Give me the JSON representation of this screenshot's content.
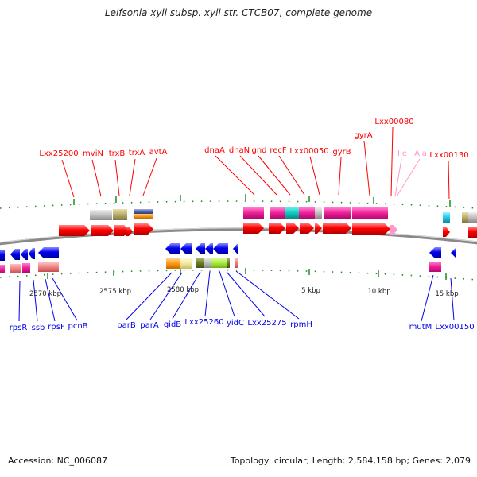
{
  "title": "Leifsonia xyli subsp. xyli str. CTCB07, complete genome",
  "accession": "Accession: NC_006087",
  "summary": "Topology: circular; Length: 2,584,158 bp; Genes: 2,079",
  "ticks": {
    "t2570": "2570 kbp",
    "t2575": "2575 kbp",
    "t2580": "2580 kbp",
    "t5": "5 kbp",
    "t10": "10 kbp",
    "t15": "15 kbp"
  },
  "genes_top": {
    "lxx25200": "Lxx25200",
    "mviN": "mviN",
    "trxB": "trxB",
    "trxA": "trxA",
    "avtA": "avtA",
    "dnaA": "dnaA",
    "dnaN": "dnaN",
    "gnd": "gnd",
    "recF": "recF",
    "lxx00050": "Lxx00050",
    "gyrB": "gyrB",
    "gyrA": "gyrA",
    "lxx00080": "Lxx00080",
    "ile": "Ile",
    "ala": "Ala",
    "lxx00130": "Lxx00130"
  },
  "genes_bottom": {
    "rpsR": "rpsR",
    "ssb": "ssb",
    "rpsF": "rpsF",
    "pcnB": "pcnB",
    "parB": "parB",
    "parA": "parA",
    "gidB": "gidB",
    "lxx25260": "Lxx25260",
    "yidC": "yidC",
    "lxx25275": "Lxx25275",
    "rpmH": "rpmH",
    "mutM": "mutM",
    "lxx00150": "Lxx00150"
  },
  "colors": {
    "forward": "#ff0000",
    "reverse": "#0000ee",
    "trna": "#ff99cc",
    "backbone": "#777777",
    "tick": "#228B22"
  }
}
